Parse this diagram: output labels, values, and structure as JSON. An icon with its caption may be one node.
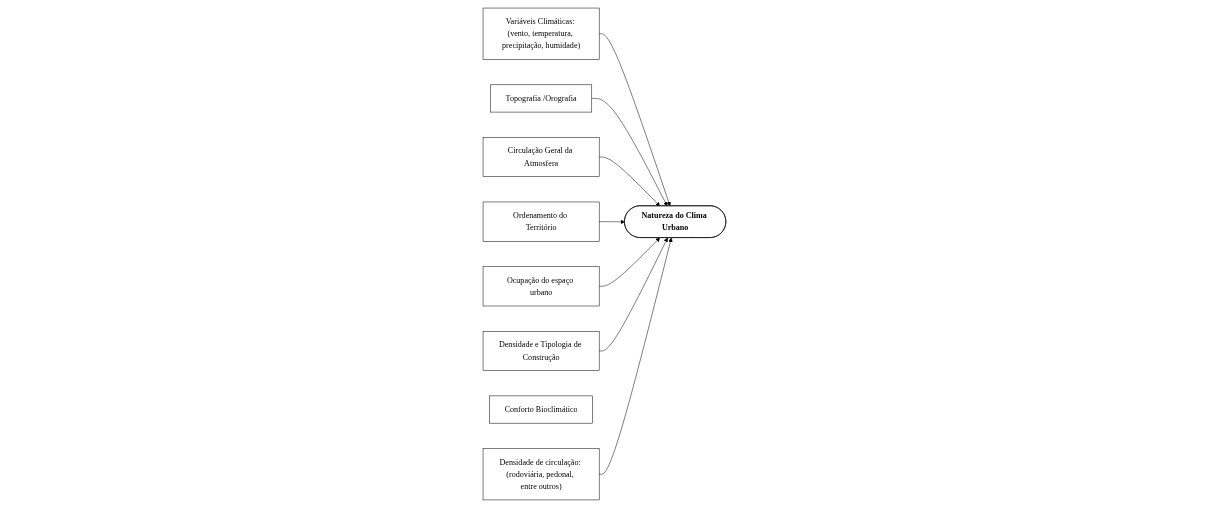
{
  "diagram": {
    "nodes": [
      {
        "text": [
          "Variáveis Climáticas: (vento, temperatura, precipitação, humidade)"
        ]
      },
      {
        "text": [
          "Ordenamento do Território"
        ]
      },
      {
        "text": [
          "Ocupação do espaço urbano"
        ]
      },
      {
        "text": [
          "Topografia /Orografia"
        ]
      },
      {
        "text": [
          "Natureza do Clima Urbano"
        ]
      },
      {
        "text": [
          "Densidade e Tipologia de Construção"
        ]
      },
      {
        "text": [
          "Circulação Geral da Atmosfera"
        ]
      },
      {
        "text": [
          "Conforto Bioclimático"
        ]
      },
      {
        "text": [
          "Densidade de circulação: (rodoviária, pedonal, entre outros)"
        ]
      }
    ],
    "edges": [
      {
        "from": 0,
        "to": 4,
        "arrow": "to"
      },
      {
        "from": 3,
        "to": 4,
        "arrow": "to"
      },
      {
        "from": 6,
        "to": 4,
        "arrow": "to"
      },
      {
        "from": 1,
        "to": 4,
        "arrow": "to"
      },
      {
        "from": 2,
        "to": 4,
        "arrow": "to"
      },
      {
        "from": 5,
        "to": 4,
        "arrow": "to"
      },
      {
        "from": 8,
        "to": 4,
        "arrow": "to"
      }
    ]
  }
}
